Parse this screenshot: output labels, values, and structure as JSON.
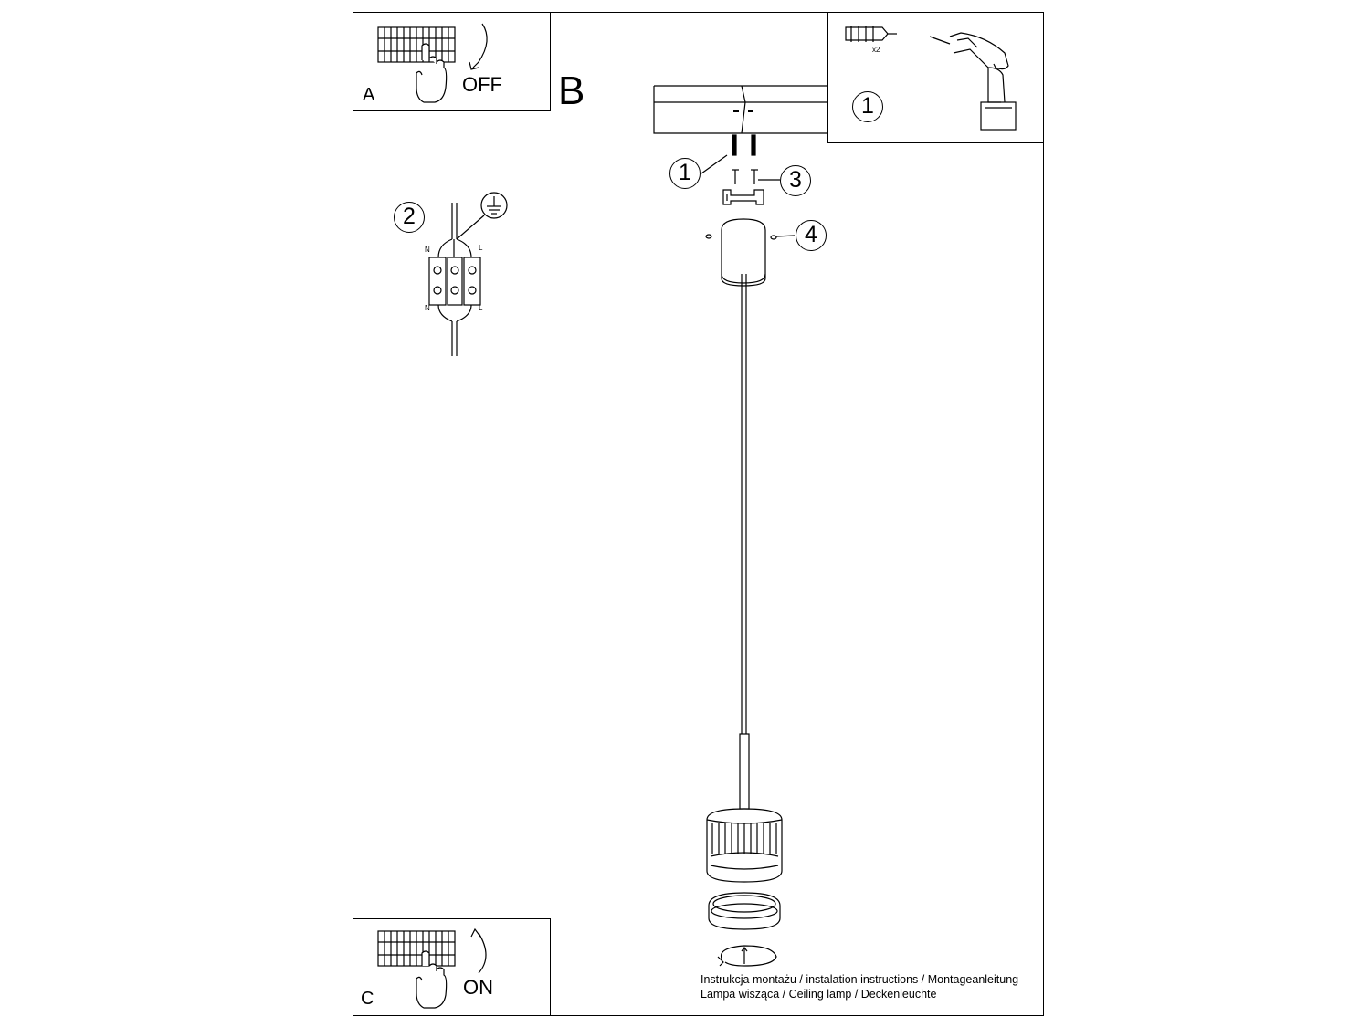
{
  "steps": {
    "a": {
      "label": "A",
      "switch_text": "OFF"
    },
    "b": {
      "label": "B"
    },
    "c": {
      "label": "C",
      "switch_text": "ON"
    }
  },
  "callouts": {
    "one": "1",
    "two": "2",
    "three": "3",
    "four": "4",
    "tools_one": "1"
  },
  "tools": {
    "anchor_qty": "x2"
  },
  "wiring": {
    "n_top": "N",
    "l_top": "L",
    "n_bottom": "N",
    "l_bottom": "L"
  },
  "caption": {
    "line1": "Instrukcja montażu / instalation instructions / Montageanleitung",
    "line2": "Lampa wisząca / Ceiling lamp / Deckenleuchte"
  },
  "icons": [
    "circuit-breaker-icon",
    "hand-icon",
    "switch-arrow-icon",
    "drill-icon",
    "wall-plug-icon",
    "ground-icon",
    "rotate-arrow-icon"
  ]
}
